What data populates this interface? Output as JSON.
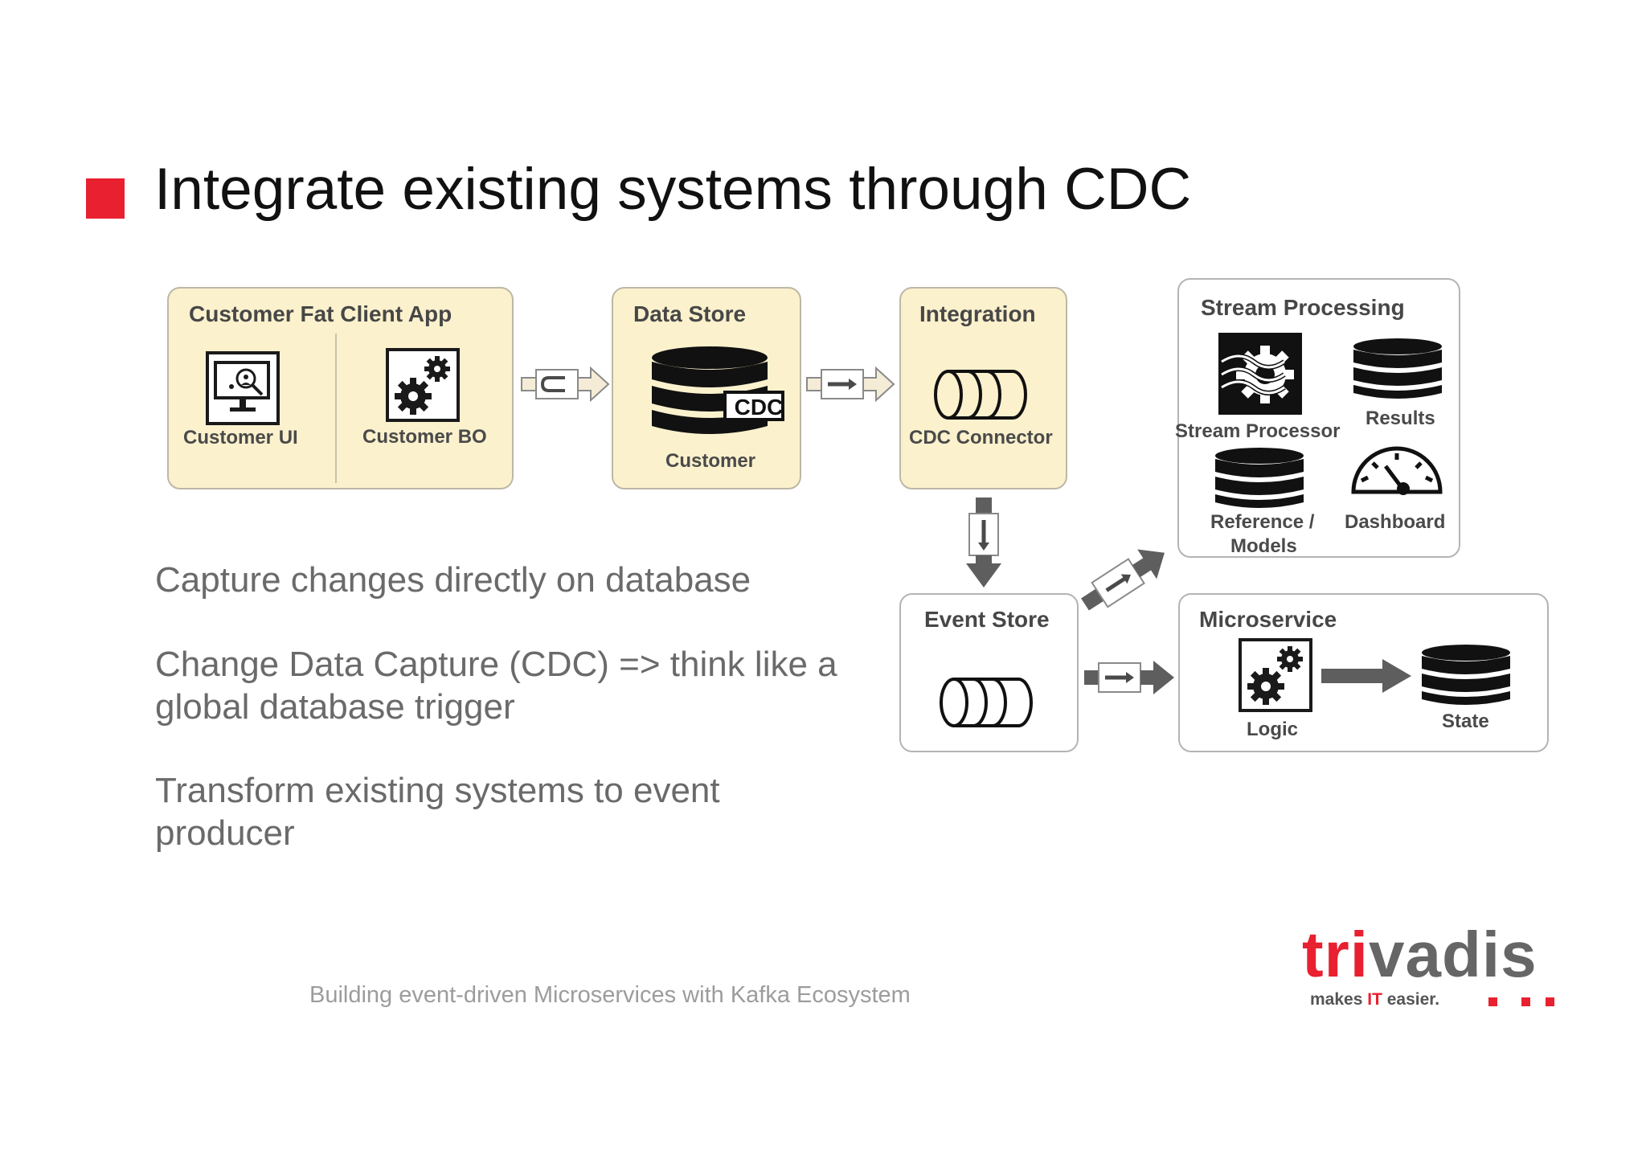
{
  "slide": {
    "title": "Integrate existing systems through CDC",
    "bullets": [
      "Capture changes directly on database",
      "Change Data Capture (CDC) => think like a global database trigger",
      "Transform existing systems to event producer"
    ],
    "footer": "Building event-driven Microservices with Kafka Ecosystem"
  },
  "diagram": {
    "fat_client": {
      "title": "Customer  Fat Client App",
      "ui_label": "Customer UI",
      "bo_label": "Customer BO"
    },
    "data_store": {
      "title": "Data Store",
      "db_label": "Customer",
      "cdc_tag": "CDC"
    },
    "integration": {
      "title": "Integration",
      "connector_label": "CDC Connector"
    },
    "stream_processing": {
      "title": "Stream Processing",
      "processor_label": "Stream Processor",
      "results_label": "Results",
      "reference_label_1": "Reference /",
      "reference_label_2": "Models",
      "dashboard_label": "Dashboard"
    },
    "event_store": {
      "title": "Event Store"
    },
    "microservice": {
      "title": "Microservice",
      "logic_label": "Logic",
      "state_label": "State"
    }
  },
  "logo": {
    "word_red": "tri",
    "word_grey": "vadis",
    "tag_pre": "makes ",
    "tag_red": "IT",
    "tag_post": " easier."
  },
  "colors": {
    "accent_red": "#e8202f",
    "box_yellow": "#fbf1cd",
    "arrow_grey": "#5e5e5e"
  },
  "icons": [
    "monitor-search-icon",
    "gears-icon",
    "database-icon",
    "queue-cylinder-icon",
    "stream-processor-icon",
    "dashboard-gauge-icon",
    "message-arrow-icon"
  ]
}
